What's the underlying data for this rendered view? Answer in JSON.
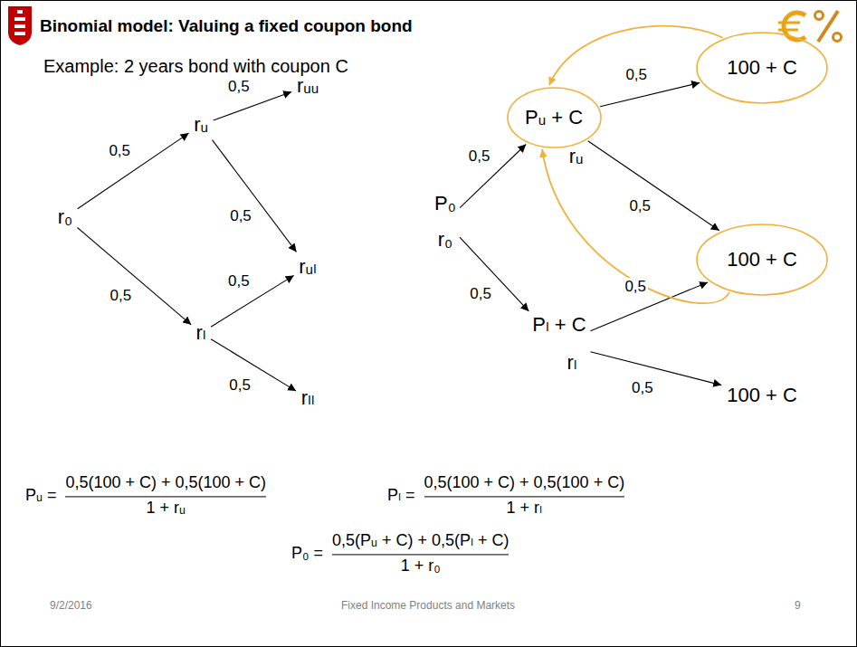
{
  "diagram": {
    "title": "Binomial model: Valuing a fixed coupon bond",
    "nodes": [
      {
        "text": [
          "r₀"
        ]
      },
      {
        "text": [
          "rᵤ"
        ]
      },
      {
        "text": [
          "rₗ"
        ]
      },
      {
        "text": [
          "rᵤᵤ"
        ]
      },
      {
        "text": [
          "rᵤₗ"
        ]
      },
      {
        "text": [
          "rₗₗ"
        ]
      },
      {
        "text": [
          "P₀",
          "r₀"
        ]
      },
      {
        "text": [
          "Pᵤ + C",
          "rᵤ"
        ]
      },
      {
        "text": [
          "Pₗ + C",
          "rₗ"
        ]
      },
      {
        "text": [
          "100 + C"
        ]
      },
      {
        "text": [
          "100 + C"
        ]
      },
      {
        "text": [
          "100 + C"
        ]
      }
    ],
    "edges": [
      {
        "from": 0,
        "to": 1,
        "label": "0,5",
        "arrow": "to"
      },
      {
        "from": 0,
        "to": 2,
        "label": "0,5",
        "arrow": "to"
      },
      {
        "from": 1,
        "to": 3,
        "label": "0,5",
        "arrow": "to"
      },
      {
        "from": 1,
        "to": 4,
        "label": "0,5",
        "arrow": "to"
      },
      {
        "from": 2,
        "to": 4,
        "label": "0,5",
        "arrow": "to"
      },
      {
        "from": 2,
        "to": 5,
        "label": "0,5",
        "arrow": "to"
      },
      {
        "from": 6,
        "to": 7,
        "label": "0,5",
        "arrow": "to"
      },
      {
        "from": 6,
        "to": 8,
        "label": "0,5",
        "arrow": "to"
      },
      {
        "from": 7,
        "to": 9,
        "label": "0,5",
        "arrow": "to"
      },
      {
        "from": 7,
        "to": 10,
        "label": "0,5",
        "arrow": "to"
      },
      {
        "from": 8,
        "to": 10,
        "label": "0,5",
        "arrow": "to"
      },
      {
        "from": 8,
        "to": 11,
        "label": "0,5",
        "arrow": "to"
      },
      {
        "from": 9,
        "to": 7,
        "arrow": "to"
      },
      {
        "from": 10,
        "to": 7,
        "arrow": "to"
      }
    ],
    "labels": [
      "Example: 2 years bond with coupon C",
      "Pᵤ =",
      "0,5(100 + C) + 0,5(100 + C)",
      "1 + rᵤ",
      "Pₗ =",
      "0,5(100 + C) + 0,5(100 + C)",
      "1 + rₗ",
      "P₀ =",
      "0,5(Pᵤ + C) + 0,5(Pₗ + C)",
      "1 + r₀",
      "9/2/2016",
      "Fixed Income Products and Markets",
      "9"
    ]
  }
}
